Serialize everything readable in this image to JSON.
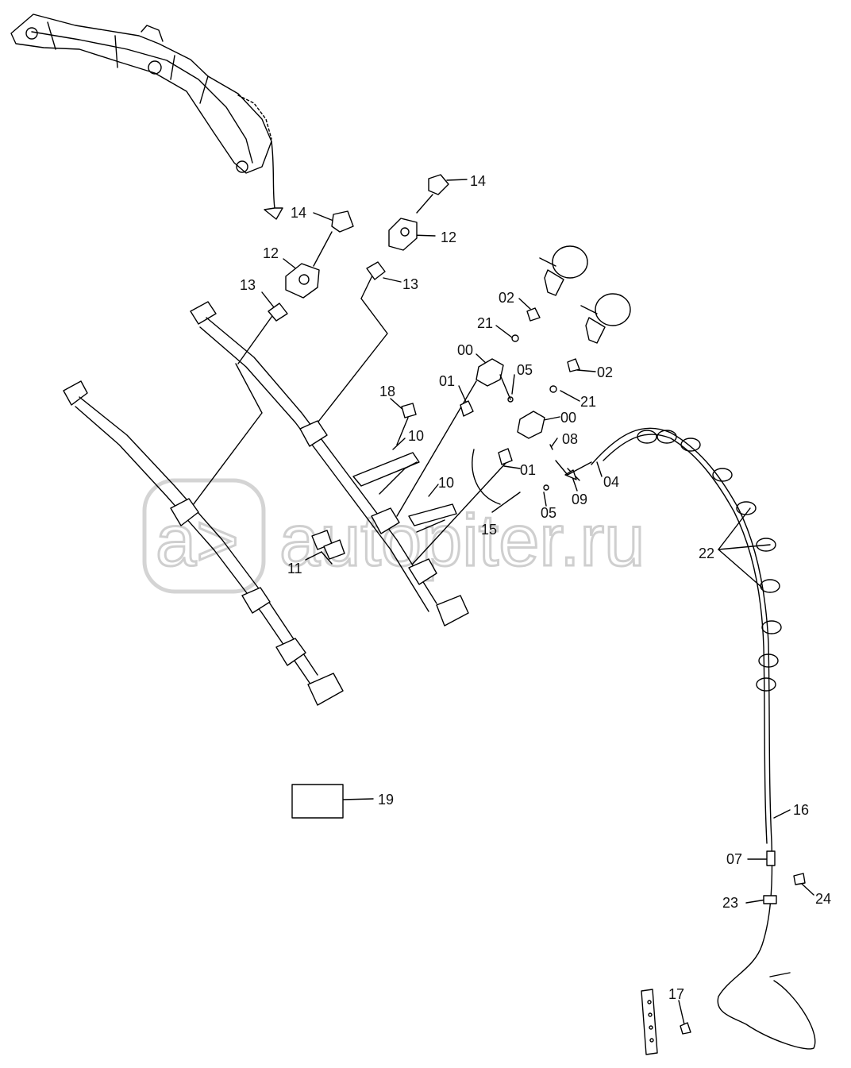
{
  "watermark": {
    "text": "autopiter.ru",
    "logo_glyph": "a>"
  },
  "labels": {
    "l14a": "14",
    "l14b": "14",
    "l12a": "12",
    "l12b": "12",
    "l13a": "13",
    "l13b": "13",
    "l02a": "02",
    "l02b": "02",
    "l21a": "21",
    "l21b": "21",
    "l00a": "00",
    "l00b": "00",
    "l05a": "05",
    "l05b": "05",
    "l01a": "01",
    "l01b": "01",
    "l18": "18",
    "l10a": "10",
    "l10b": "10",
    "l08": "08",
    "l04": "04",
    "l09": "09",
    "l15": "15",
    "l11": "11",
    "l22": "22",
    "l19": "19",
    "l16": "16",
    "l07": "07",
    "l23": "23",
    "l24": "24",
    "l17": "17"
  }
}
